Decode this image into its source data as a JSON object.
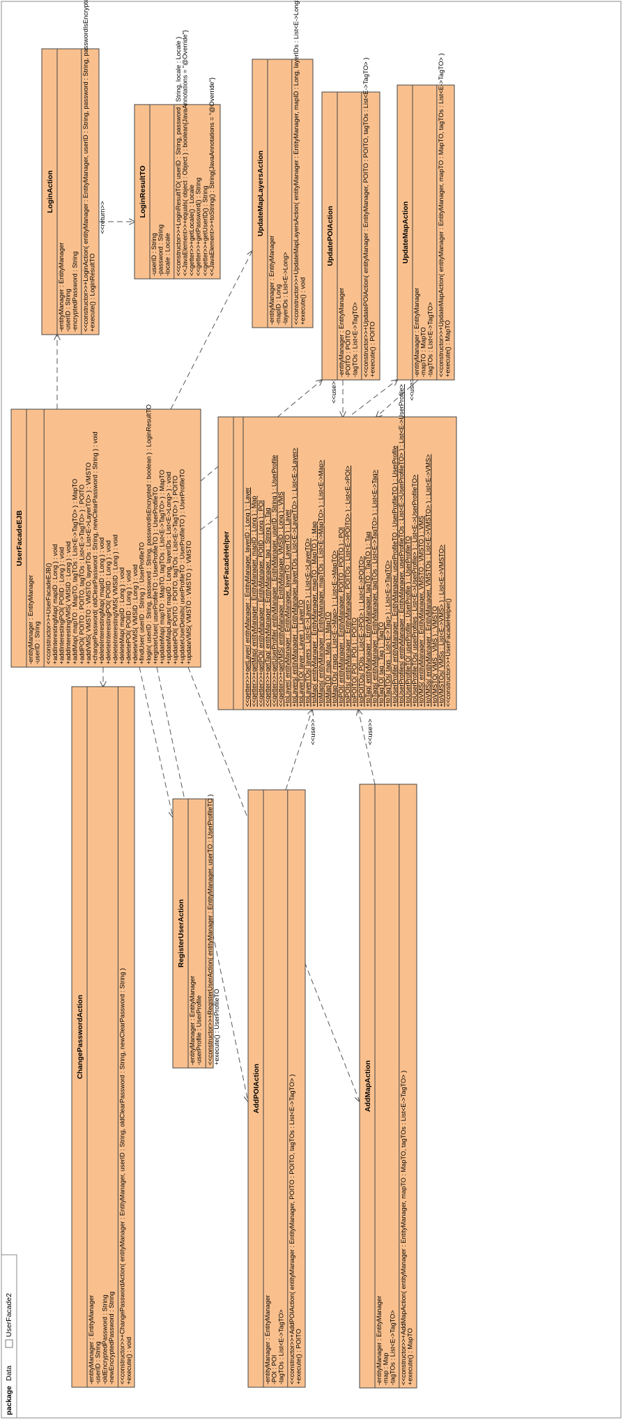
{
  "package": {
    "keyword": "package",
    "name": "Data",
    "diagram_tab": "UserFacade2"
  },
  "classes": [
    {
      "id": "LoginAction",
      "name": "LoginAction",
      "attributes": [
        "-entityManager : EntityManager",
        "-userID : String",
        "-encryptedPassword : String"
      ],
      "methods": [
        {
          "text": "<<constructor>>+LoginAction( entityManager : EntityManager, userID : String, password : String, passwordIsEncrypted : boolean )"
        },
        {
          "text": "+execute() : LoginResultTO"
        }
      ]
    },
    {
      "id": "LoginResultTO",
      "name": "LoginResultTO",
      "attributes": [
        "-userID : String",
        "-password : String",
        "-locale : Locale"
      ],
      "methods": [
        {
          "text": "<<constructor>>+LoginResultTO( userID : String, password : String, locale : Locale )"
        },
        {
          "text": "<<JavaElement>>+equals( object : Object ) : boolean{JavaAnnotations = \"@Override\"}"
        },
        {
          "text": "<<getter>>+getLocale() : Locale"
        },
        {
          "text": "<<getter>>+getPassword() : String"
        },
        {
          "text": "<<getter>>+getUserID() : String"
        },
        {
          "text": "<<JavaElement>>+toString() : String{JavaAnnotations = \"@Override\"}"
        }
      ]
    },
    {
      "id": "UpdateMapLayersAction",
      "name": "UpdateMapLayersAction",
      "attributes": [
        "-entityManager : EntityManager",
        "-mapID : Long",
        "-layerIDs : List<E->Long>"
      ],
      "methods": [
        {
          "text": "<<constructor>>+UpdateMapLayersAction( entityManager : EntityManager, mapID : Long, layerIDs : List<E->Long> )"
        },
        {
          "text": "+execute() : void"
        }
      ]
    },
    {
      "id": "UpdatePOIAction",
      "name": "UpdatePOIAction",
      "attributes": [
        "-entityManager : EntityManager",
        "-POITO : POITO",
        "-tagTOs : List<E->TagTO>"
      ],
      "methods": [
        {
          "text": "<<constructor>>+UpdatePOIAction( entityManager : EntityManager, POITO : POITO, tagTOs : List<E->TagTO> )"
        },
        {
          "text": "+execute() : POITO"
        }
      ]
    },
    {
      "id": "UpdateMapAction",
      "name": "UpdateMapAction",
      "attributes": [
        "-entityManager : EntityManager",
        "-mapTO : MapTO",
        "-tagTOs : List<E->TagTO>"
      ],
      "methods": [
        {
          "text": "<<constructor>>+UpdateMapAction( entityManager : EntityManager, mapTO : MapTO, tagTOs : List<E->TagTO> )"
        },
        {
          "text": "+execute() : MapTO"
        }
      ]
    },
    {
      "id": "UserFacadeEJB",
      "name": "UserFacadeEJB",
      "attributes": [
        "-entityManager : EntityManager",
        "-userID : String"
      ],
      "methods": [
        {
          "text": "<<constructor>>+UserFacadeEJB()"
        },
        {
          "text": "+addInterestingMap( mapID : Long ) : void"
        },
        {
          "text": "+addInterestingPOI( POIID : Long ) : void"
        },
        {
          "text": "+addInterestingVMS( VMSID : Long ) : void"
        },
        {
          "text": "+addMap( mapTO : MapTO, tagTOs : List<E->TagTO> ) : MapTO"
        },
        {
          "text": "+addPOI( POITO : POITO, tagTOs : List<E->TagTO> ) : POITO"
        },
        {
          "text": "+addVMS( VMSTO : VMSTO, layerTOs : List<E->LayerTO> ) : VMSTO"
        },
        {
          "text": "+changePassword( oldClearPassword : String, newClearPassword : String ) : void"
        },
        {
          "text": "+deleteInterestingMap( mapID : Long ) : void"
        },
        {
          "text": "+deleteInterestingPOI( POIID : Long ) : void"
        },
        {
          "text": "+deleteInterestingVMS( VMSID : Long ) : void"
        },
        {
          "text": "+deleteMap( mapID : Long ) : void"
        },
        {
          "text": "+deletePOI( POIID : Long ) : void"
        },
        {
          "text": "+deleteVMS( VMSID : Long ) : void"
        },
        {
          "text": "+findUser( userID : String ) : UserProfileTO"
        },
        {
          "text": "+login( userID : String, password : String, passwordIsEncrypted : boolean ) : LoginResultTO"
        },
        {
          "text": "+registerUser( userProfileTO : UserProfileTO ) : UserProfileTO"
        },
        {
          "text": "+updateMap( mapTO : MapTO, tagTOs : List<E->TagTO> ) : MapTO"
        },
        {
          "text": "+updateMapLayers( mapID : Long, layerIDs : List<E->Long> ) : void"
        },
        {
          "text": "+updatePOI( POITO : POITO, tagTOs : List<E->TagTO> ) : POITO"
        },
        {
          "text": "+updateUserDetails( userProfileTO : UserProfileTO ) : UserProfileTO"
        },
        {
          "text": "+updateVMS( VMSTO : VMSTO ) : VMSTO"
        }
      ]
    },
    {
      "id": "UserFacadeHelper",
      "name": "UserFacadeHelper",
      "attributes": [],
      "methods": [
        {
          "text": "<<getter>>+getLayer( entityManager : EntityManager, layerID : Long ) : Layer",
          "static": true
        },
        {
          "text": "<<getter>>+getMap( entityManager : EntityManager, mapID : Long ) : Map",
          "static": true
        },
        {
          "text": "<<getter>>+getPOI( entityManager : EntityManager, POIID : Long ) : POI",
          "static": true
        },
        {
          "text": "<<getter>>+getTag( entityManager : EntityManager, tag : String ) : Tag",
          "static": true
        },
        {
          "text": "<<getter>>+getUserProfile( entityManager : EntityManager, userID : String ) : UserProfile",
          "static": true
        },
        {
          "text": "<<getter>>+getVMS( entityManager : EntityManager, VMSID : Long ) : VMS",
          "static": true
        },
        {
          "text": "+toLayer( entityManager : EntityManager, layerTO : LayerTO ) : Layer",
          "static": true
        },
        {
          "text": "+toLayers( entityManager : EntityManager, layerTOs : List<E->LayerTO> ) : List<E->Layer>",
          "static": true
        },
        {
          "text": "+toLayerTO( layer : Layer ) : LayerTO",
          "static": true
        },
        {
          "text": "+toLayerTOs( layers : List<E->Layer> ) : List<E->LayerTO>",
          "static": true
        },
        {
          "text": "+toMap( entityManager : EntityManager, mapTO : MapTO ) : Map",
          "static": true
        },
        {
          "text": "+toMaps( entityManager : EntityManager, mapTOs : List<E->MapTO> ) : List<E->Map>",
          "static": true
        },
        {
          "text": "+toMapTO( map : Map ) : MapTO",
          "static": true
        },
        {
          "text": "+toMapTOs( maps : List<E->Map> ) : List<E->MapTO>",
          "static": true
        },
        {
          "text": "+toPOI( entityManager : EntityManager, POITO : POITO ) : POI",
          "static": true
        },
        {
          "text": "+toPOIs( entityManager : EntityManager, POITOs : List<E->POITO> ) : List<E->POI>",
          "static": true
        },
        {
          "text": "+toPOITO( POI : POI ) : POITO",
          "static": true
        },
        {
          "text": "+toPOITOs( POIs : List<E->POI> ) : List<E->POITO>",
          "static": true
        },
        {
          "text": "+toTag( entityManager : EntityManager, tagTO : TagTO ) : Tag",
          "static": true
        },
        {
          "text": "+toTags( entityManager : EntityManager, tagTOs : List<E->TagTO> ) : List<E->Tag>",
          "static": true
        },
        {
          "text": "+toTagTO( tag : Tag ) : TagTO",
          "static": true
        },
        {
          "text": "+toTagTOs( tags : List<E->Tag> ) : List<E->TagTO>",
          "static": true
        },
        {
          "text": "+toUserProfile( entityManager : EntityManager, userProfileTO : UserProfileTO ) : UserProfile",
          "static": true
        },
        {
          "text": "+toUserProfiles( entityManager : EntityManager, userProfileTOs : List<E->UserProfileTO> ) : List<E->UserProfile>",
          "static": true
        },
        {
          "text": "+toUserProfileTO( userProfile : UserProfile ) : UserProfileTO",
          "static": true
        },
        {
          "text": "+toUserProfileTOs( userProfiles : List<E->UserProfile> ) : List<E->UserProfileTO>",
          "static": true
        },
        {
          "text": "+toVMS( entityManager : EntityManager, VMSTO : VMSTO ) : VMS",
          "static": true
        },
        {
          "text": "+toVMSs( entityManager : EntityManager, VMSTOs : List<E->VMSTO> ) : List<E->VMS>",
          "static": true
        },
        {
          "text": "+toVMSTO( VMS : VMS ) : VMSTO",
          "static": true
        },
        {
          "text": "+toVMSTOs( VMSs : List<E->VMS> ) : List<E->VMSTO>",
          "static": true
        },
        {
          "text": "<<constructor>>+UserFacadeHelper()"
        }
      ]
    },
    {
      "id": "ChangePasswordAction",
      "name": "ChangePasswordAction",
      "attributes": [
        "-entityManager : EntityManager",
        "-userID : String",
        "-oldEncryptedPassword : String",
        "-newEncryptedPassword : String"
      ],
      "methods": [
        {
          "text": "<<constructor>>+ChangePasswordAction( entityManager : EntityManager, userID : String, oldClearPassword : String, newClearPassword : String )"
        },
        {
          "text": "+execute() : void"
        }
      ]
    },
    {
      "id": "RegisterUserAction",
      "name": "RegisterUserAction",
      "attributes": [
        "-entityManager : EntityManager",
        "-userProfile : UserProfile"
      ],
      "methods": [
        {
          "text": "<<constructor>>+RegisterUserAction( entityManager : EntityManager, userTO : UserProfileTO )"
        },
        {
          "text": "+execute() : UserProfileTO"
        }
      ]
    },
    {
      "id": "AddPOIAction",
      "name": "AddPOIAction",
      "attributes": [
        "-entityManager : EntityManager",
        "-POI : POI",
        "-tagTOs : List<E->TagTO>"
      ],
      "methods": [
        {
          "text": "<<constructor>>+AddPOIAction( entityManager : EntityManager, POITO : POITO, tagTOs : List<E->TagTO> )"
        },
        {
          "text": "+execute() : POITO"
        }
      ]
    },
    {
      "id": "AddMapAction",
      "name": "AddMapAction",
      "attributes": [
        "-entityManager : EntityManager",
        "-map : Map",
        "-tagTOs : List<E->TagTO>"
      ],
      "methods": [
        {
          "text": "<<constructor>>+AddMapAction( entityManager : EntityManager, mapTO : MapTO, tagTOs : List<E->TagTO> )"
        },
        {
          "text": "+execute() : MapTO"
        }
      ]
    }
  ],
  "dependencies": [
    {
      "id": "login-return",
      "from": "LoginAction",
      "to": "LoginResultTO",
      "label": "<<return>>"
    },
    {
      "id": "ejb-loginaction",
      "from": "UserFacadeEJB",
      "to": "LoginAction",
      "label": ""
    },
    {
      "id": "ejb-updatemaplayers",
      "from": "UserFacadeEJB",
      "to": "UpdateMapLayersAction",
      "label": ""
    },
    {
      "id": "ejb-updatepoi",
      "from": "UserFacadeEJB",
      "to": "UpdatePOIAction",
      "label": ""
    },
    {
      "id": "ejb-updatemap",
      "from": "UserFacadeEJB",
      "to": "UpdateMapAction",
      "label": ""
    },
    {
      "id": "ejb-changepassword",
      "from": "UserFacadeEJB",
      "to": "ChangePasswordAction",
      "label": ""
    },
    {
      "id": "ejb-registeruser",
      "from": "UserFacadeEJB",
      "to": "RegisterUserAction",
      "label": ""
    },
    {
      "id": "ejb-addpoi",
      "from": "UserFacadeEJB",
      "to": "AddPOIAction",
      "label": ""
    },
    {
      "id": "ejb-addmap",
      "from": "UserFacadeEJB",
      "to": "AddMapAction",
      "label": ""
    },
    {
      "id": "updatepoi-use",
      "from": "UpdatePOIAction",
      "to": "UserFacadeHelper",
      "label": "<<use>>"
    },
    {
      "id": "updatemap-use",
      "from": "UpdateMapAction",
      "to": "UserFacadeHelper",
      "label": "<<use>>"
    },
    {
      "id": "addpoi-use",
      "from": "AddPOIAction",
      "to": "UserFacadeHelper",
      "label": "<<use>>"
    },
    {
      "id": "addmap-use",
      "from": "AddMapAction",
      "to": "UserFacadeHelper",
      "label": "<<use>>"
    }
  ],
  "colors": {
    "class_fill": "#f9c08e",
    "class_stroke": "#444444",
    "connector": "#555555"
  }
}
